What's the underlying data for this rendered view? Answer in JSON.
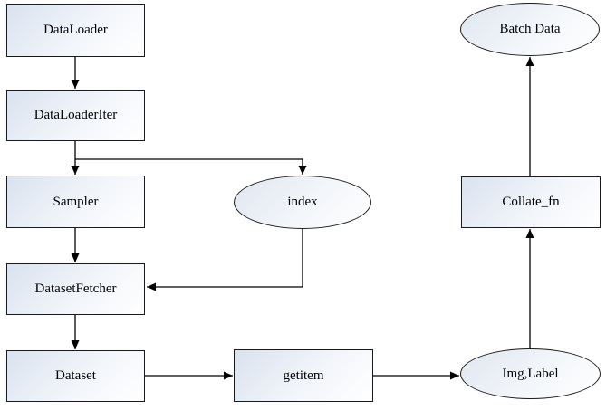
{
  "diagram": {
    "background_color": "#ffffff",
    "node_border_color": "#1a1a1a",
    "node_fill_gradient_start": "#d9e2ef",
    "node_fill_gradient_end": "#ffffff",
    "arrow_color": "#000000",
    "text_color": "#000000",
    "nodes": {
      "dataloader": {
        "label": "DataLoader",
        "shape": "rect"
      },
      "dataloaderiter": {
        "label": "DataLoaderIter",
        "shape": "rect"
      },
      "sampler": {
        "label": "Sampler",
        "shape": "rect"
      },
      "datasetfetcher": {
        "label": "DatasetFetcher",
        "shape": "rect"
      },
      "dataset": {
        "label": "Dataset",
        "shape": "rect"
      },
      "index": {
        "label": "index",
        "shape": "ellipse"
      },
      "getitem": {
        "label": "getitem",
        "shape": "rect"
      },
      "img_label": {
        "label": "Img,Label",
        "shape": "ellipse"
      },
      "collate_fn": {
        "label": "Collate_fn",
        "shape": "rect"
      },
      "batch_data": {
        "label": "Batch Data",
        "shape": "ellipse"
      }
    },
    "edges": [
      {
        "from": "DataLoader",
        "to": "DataLoaderIter",
        "direction": "down"
      },
      {
        "from": "DataLoaderIter",
        "to": "Sampler",
        "direction": "down"
      },
      {
        "from": "DataLoaderIter",
        "to": "index",
        "direction": "right-then-down"
      },
      {
        "from": "Sampler",
        "to": "DatasetFetcher",
        "direction": "down"
      },
      {
        "from": "index",
        "to": "DatasetFetcher",
        "direction": "down-then-left"
      },
      {
        "from": "DatasetFetcher",
        "to": "Dataset",
        "direction": "down"
      },
      {
        "from": "Dataset",
        "to": "getitem",
        "direction": "right"
      },
      {
        "from": "getitem",
        "to": "Img,Label",
        "direction": "right"
      },
      {
        "from": "Img,Label",
        "to": "Collate_fn",
        "direction": "up"
      },
      {
        "from": "Collate_fn",
        "to": "Batch Data",
        "direction": "up"
      }
    ]
  }
}
